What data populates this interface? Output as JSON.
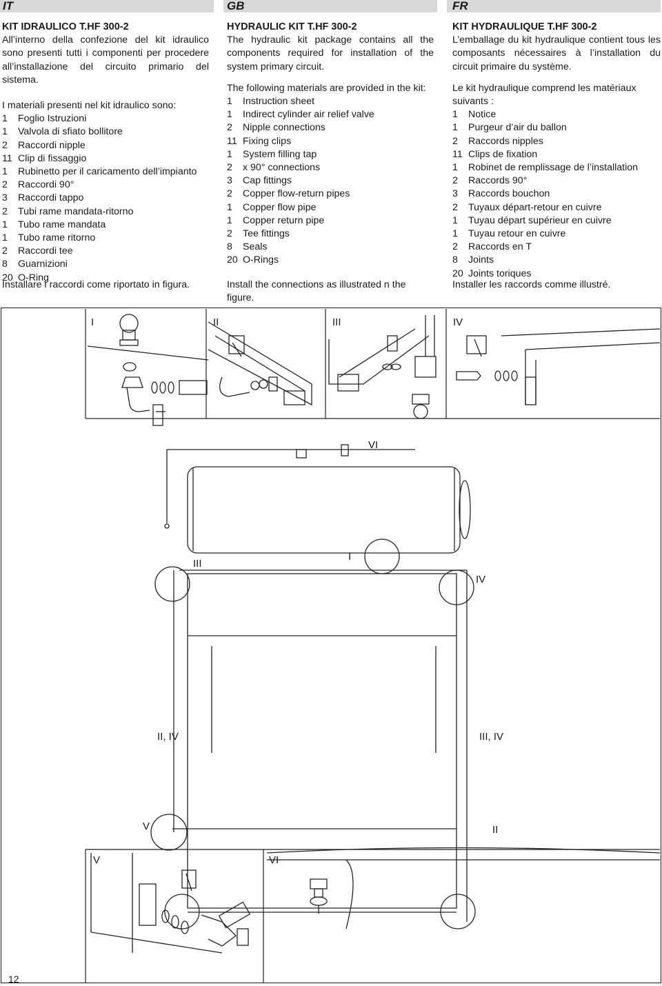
{
  "columns": [
    {
      "lang": "IT",
      "title": "KIT IDRAULICO T.HF 300-2",
      "intro": "All’interno della confezione del kit idraulico sono presenti tutti i componenti per procedere all’installazione del circuito primario del sistema.",
      "lead": "I materiali presenti nel kit idraulico sono:",
      "items": [
        {
          "q": "1",
          "t": "Foglio Istruzioni"
        },
        {
          "q": "1",
          "t": "Valvola di sfiato bollitore"
        },
        {
          "q": "2",
          "t": "Raccordi nipple"
        },
        {
          "q": "11",
          "t": "Clip di fissaggio"
        },
        {
          "q": "1",
          "t": "Rubinetto per il caricamento dell’impianto"
        },
        {
          "q": "2",
          "t": "Raccordi 90°"
        },
        {
          "q": "3",
          "t": "Raccordi tappo"
        },
        {
          "q": "2",
          "t": "Tubi rame mandata-ritorno"
        },
        {
          "q": "1",
          "t": "Tubo rame mandata"
        },
        {
          "q": "1",
          "t": "Tubo rame ritorno"
        },
        {
          "q": "2",
          "t": "Raccordi tee"
        },
        {
          "q": "8",
          "t": "Guarnizioni"
        },
        {
          "q": "20",
          "t": "O-Ring"
        }
      ],
      "install": "Installare i raccordi come riportato in figura."
    },
    {
      "lang": "GB",
      "title": "HYDRAULIC KIT T.HF 300-2",
      "intro": "The hydraulic kit package contains all the components required for installation of the system primary circuit.",
      "lead": "The following materials are provided in the kit:",
      "items": [
        {
          "q": "1",
          "t": "Instruction sheet"
        },
        {
          "q": "1",
          "t": " Indirect cylinder air relief valve"
        },
        {
          "q": "2",
          "t": "Nipple connections"
        },
        {
          "q": "11",
          "t": "Fixing clips"
        },
        {
          "q": "1",
          "t": "System filling tap"
        },
        {
          "q": "2",
          "t": "x 90° connections"
        },
        {
          "q": "3",
          "t": " Cap fittings"
        },
        {
          "q": "2",
          "t": "Copper flow-return pipes"
        },
        {
          "q": "1",
          "t": "Copper flow pipe"
        },
        {
          "q": "1",
          "t": "Copper return pipe"
        },
        {
          "q": "2",
          "t": "Tee fittings"
        },
        {
          "q": "8",
          "t": "Seals"
        },
        {
          "q": "20",
          "t": " O-Rings"
        }
      ],
      "install": "Install the connections as illustrated n the figure."
    },
    {
      "lang": "FR",
      "title": "KIT HYDRAULIQUE T.HF 300-2",
      "intro": "L’emballage du kit hydraulique contient tous les composants nécessaires à l’installation du circuit primaire du système.",
      "lead": "Le kit hydraulique comprend les matériaux suivants :",
      "items": [
        {
          "q": "1",
          "t": "Notice"
        },
        {
          "q": "1",
          "t": "Purgeur d’air du ballon"
        },
        {
          "q": "2",
          "t": "Raccords nipples"
        },
        {
          "q": "11",
          "t": "Clips de fixation"
        },
        {
          "q": "1",
          "t": "Robinet de remplissage de l’installation"
        },
        {
          "q": "2",
          "t": "Raccords 90°"
        },
        {
          "q": "3",
          "t": "Raccords bouchon"
        },
        {
          "q": "2",
          "t": "Tuyaux départ-retour en cuivre"
        },
        {
          "q": "1",
          "t": "Tuyau départ supérieur en cuivre"
        },
        {
          "q": "1",
          "t": "Tuyau retour en cuivre"
        },
        {
          "q": "2",
          "t": "Raccords en T"
        },
        {
          "q": "8",
          "t": "Joints"
        },
        {
          "q": "20",
          "t": "Joints toriques"
        }
      ],
      "install": "Installer les raccords comme illustré."
    }
  ],
  "figure": {
    "detail_labels": [
      "I",
      "II",
      "III",
      "IV",
      "V",
      "VI"
    ],
    "callouts": {
      "tank_vi": "VI",
      "panel_iii": "III",
      "panel_i": "I",
      "panel_iv": "IV",
      "bottom_left": "II, IV",
      "bottom_right": "III, IV",
      "lower_v": "V",
      "lower_ii": "II"
    }
  },
  "page_number": "12"
}
